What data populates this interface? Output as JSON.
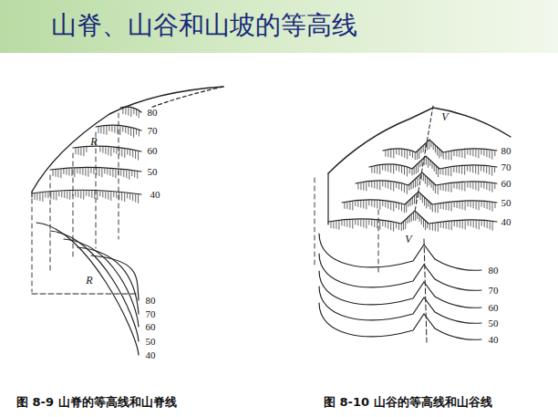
{
  "diagram": {
    "title": "山脊、山谷和山坡的等高线",
    "labels": [
      "R",
      "80",
      "70",
      "60",
      "50",
      "40",
      "R",
      "80",
      "70",
      "60",
      "50",
      "40",
      "V",
      "80",
      "70",
      "60",
      "50",
      "40",
      "V",
      "80",
      "70",
      "60",
      "50",
      "40",
      "图 8-9 山脊的等高线和山脊线",
      "图 8-10 山谷的等高线和山谷线"
    ]
  }
}
